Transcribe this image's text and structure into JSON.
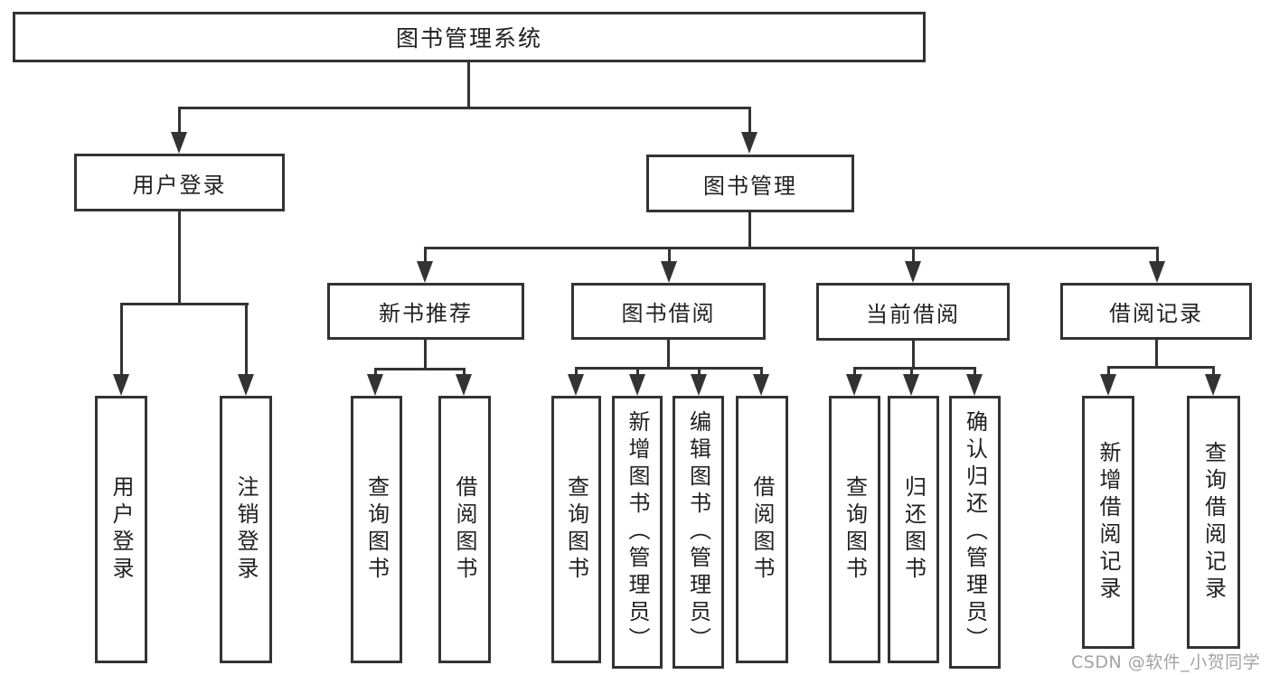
{
  "meta": {
    "type": "tree-diagram",
    "background": "#ffffff",
    "line_color": "#333333",
    "text_color": "#212121",
    "watermark_color": "#a3a3a3"
  },
  "watermark": "CSDN @软件_小贺同学",
  "nodes": {
    "root": "图书管理系统",
    "user_login": "用户登录",
    "book_mgmt": "图书管理",
    "new_book_rec": "新书推荐",
    "book_borrowing": "图书借阅",
    "current_borrowing": "当前借阅",
    "borrowing_records": "借阅记录",
    "ul_user_login": "用户登录",
    "ul_logout": "注销登录",
    "nb_query_books": "查询图书",
    "nb_borrow_books": "借阅图书",
    "bb_query_books": "查询图书",
    "bb_add_books": "新增图书（管理员）",
    "bb_edit_books": "编辑图书（管理员）",
    "bb_borrow_books": "借阅图书",
    "cb_query_books": "查询图书",
    "cb_return_books": "归还图书",
    "cb_confirm_return": "确认归还（管理员）",
    "br_add_record": "新增借阅记录",
    "br_query_record": "查询借阅记录"
  },
  "hierarchy": {
    "图书管理系统": [
      "用户登录",
      "图书管理"
    ],
    "用户登录": [
      "用户登录",
      "注销登录"
    ],
    "图书管理": [
      "新书推荐",
      "图书借阅",
      "当前借阅",
      "借阅记录"
    ],
    "新书推荐": [
      "查询图书",
      "借阅图书"
    ],
    "图书借阅": [
      "查询图书",
      "新增图书（管理员）",
      "编辑图书（管理员）",
      "借阅图书"
    ],
    "当前借阅": [
      "查询图书",
      "归还图书",
      "确认归还（管理员）"
    ],
    "借阅记录": [
      "新增借阅记录",
      "查询借阅记录"
    ]
  }
}
